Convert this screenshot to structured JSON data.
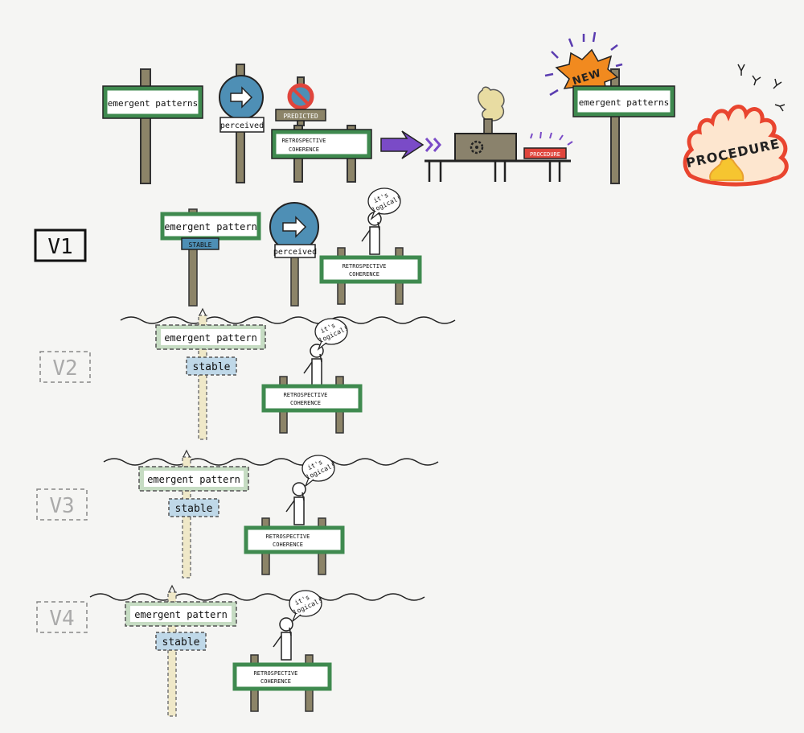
{
  "top_row": {
    "emergent_sign_1": "emergent patterns",
    "perceived_tag": "perceived",
    "predicted_plank": "PREDICTED",
    "retro_line1": "RETROSPECTIVE",
    "retro_line2": "COHERENCE",
    "procedure_box": "PROCEDURE",
    "new_burst": "NEW",
    "emergent_sign_2": "emergent patterns",
    "fire_text": "PROCEDURE"
  },
  "rows": [
    {
      "version": "V1",
      "style": "solid",
      "emergent": "emergent pattern",
      "stable": "STABLE",
      "perceived": "perceived",
      "bubble1": "it's",
      "bubble2": "logical!",
      "retro_line1": "RETROSPECTIVE",
      "retro_line2": "COHERENCE"
    },
    {
      "version": "V2",
      "style": "dashed",
      "emergent": "emergent pattern",
      "stable": "stable",
      "bubble1": "it's",
      "bubble2": "logical!",
      "retro_line1": "RETROSPECTIVE",
      "retro_line2": "COHERENCE"
    },
    {
      "version": "V3",
      "style": "dashed",
      "emergent": "emergent pattern",
      "stable": "stable",
      "bubble1": "it's",
      "bubble2": "logical!",
      "retro_line1": "RETROSPECTIVE",
      "retro_line2": "COHERENCE"
    },
    {
      "version": "V4",
      "style": "dashed",
      "emergent": "emergent pattern",
      "stable": "stable",
      "bubble1": "it's",
      "bubble2": "logical!",
      "retro_line1": "RETROSPECTIVE",
      "retro_line2": "COHERENCE"
    }
  ],
  "colors": {
    "sign_green": "#3f8a4f",
    "post_brown": "#8c8468",
    "arrow_blue": "#4e8fb5",
    "purple_arrow": "#7a4bc7",
    "machine": "#8a826c",
    "procedure_red": "#e0453c",
    "burst_orange": "#f18a1f",
    "fire_red": "#e9452f",
    "fire_yellow": "#f6c530",
    "faded_green": "#c6dcc3",
    "faded_blue": "#bfd8e8",
    "faded_post": "#efe8c8"
  }
}
